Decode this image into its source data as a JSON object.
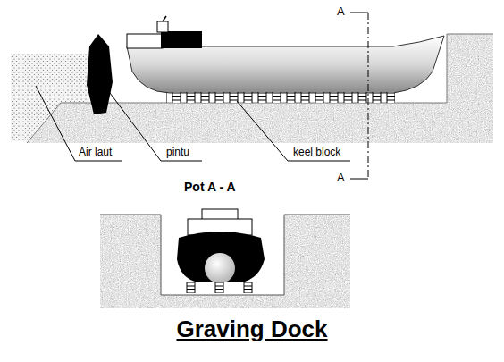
{
  "diagram": {
    "caption": "Graving Dock",
    "labels": [
      "A",
      "A",
      "Air laut",
      "pintu",
      "keel block",
      "Pot A - A"
    ]
  }
}
